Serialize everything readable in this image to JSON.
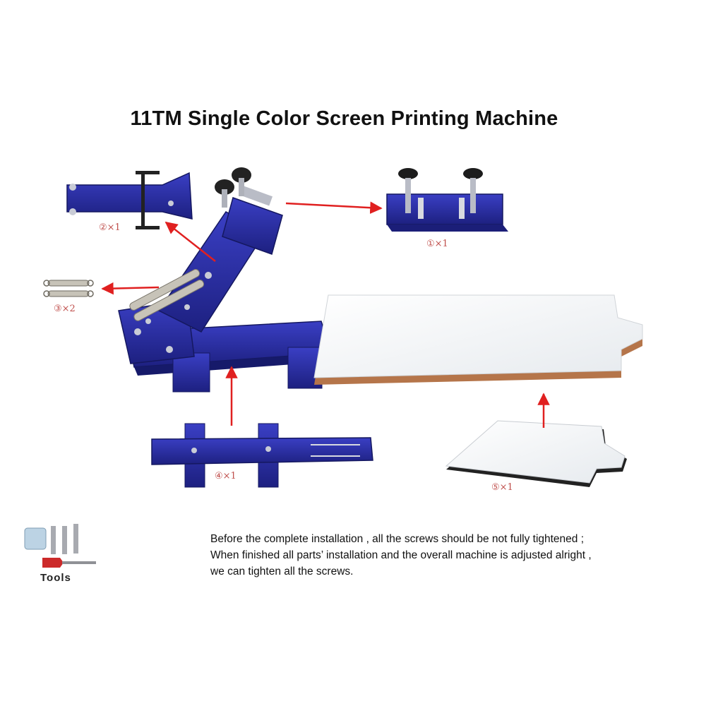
{
  "title": "11TM Single Color Screen Printing Machine",
  "parts": [
    {
      "id": "clamp",
      "label": "①×1"
    },
    {
      "id": "hinge-bracket",
      "label": "②×1"
    },
    {
      "id": "springs",
      "label": "③×2"
    },
    {
      "id": "pallet-arm",
      "label": "④×1"
    },
    {
      "id": "pallet-board",
      "label": "⑤×1"
    }
  ],
  "tools_label": "Tools",
  "note_lines": [
    "Before the complete installation , all the screws should be not fully tightened ;",
    "When finished all parts’ installation and the overall machine is adjusted alright ,",
    "we can tighten all the screws."
  ],
  "colors": {
    "frame_blue": "#2b2fa3",
    "arrow_red": "#e02020",
    "label_red": "#c0504d",
    "board_white": "#f4f6f8",
    "board_edge": "#b5754a"
  }
}
